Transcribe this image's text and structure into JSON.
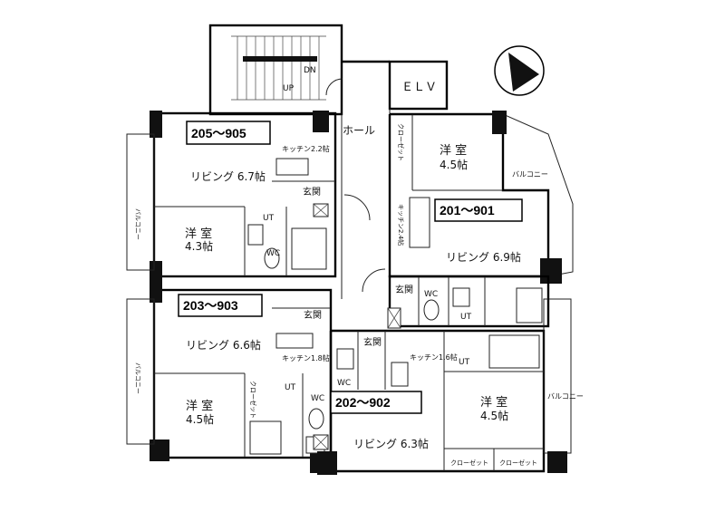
{
  "core": {
    "hall": "ホール",
    "elevator": "ＥＬＶ",
    "stair_mark": "DN",
    "stair_mark_2": "UP"
  },
  "units": {
    "u205": {
      "number": "205～905",
      "living": "リビング 6.7帖",
      "kitchen": "キッチン2.2帖",
      "western_room": "洋 室",
      "western_size": "4.3帖",
      "entrance": "玄関",
      "utility": "UT",
      "toilet": "WC",
      "balcony": "バルコニー"
    },
    "u203": {
      "number": "203～903",
      "living": "リビング 6.6帖",
      "kitchen": "キッチン1.8帖",
      "western_room": "洋 室",
      "western_size": "4.5帖",
      "entrance": "玄関",
      "utility": "UT",
      "toilet": "WC",
      "closet": "クローゼット",
      "balcony": "バルコニー"
    },
    "u201": {
      "number": "201～901",
      "living": "リビング 6.9帖",
      "kitchen": "キッチン2.4帖",
      "western_room": "洋 室",
      "western_size": "4.5帖",
      "closet": "クローゼット",
      "entrance": "玄関",
      "utility": "UT",
      "toilet": "WC",
      "balcony": "バルコニー"
    },
    "u202": {
      "number": "202～902",
      "living": "リビング 6.3帖",
      "kitchen": "キッチン1.6帖",
      "western_room": "洋 室",
      "western_size": "4.5帖",
      "entrance": "玄関",
      "utility": "UT",
      "toilet": "WC",
      "closet_1": "クローゼット",
      "closet_2": "クローゼット",
      "balcony": "バルコニー"
    }
  },
  "north_icon": "compass-north-arrow-icon"
}
